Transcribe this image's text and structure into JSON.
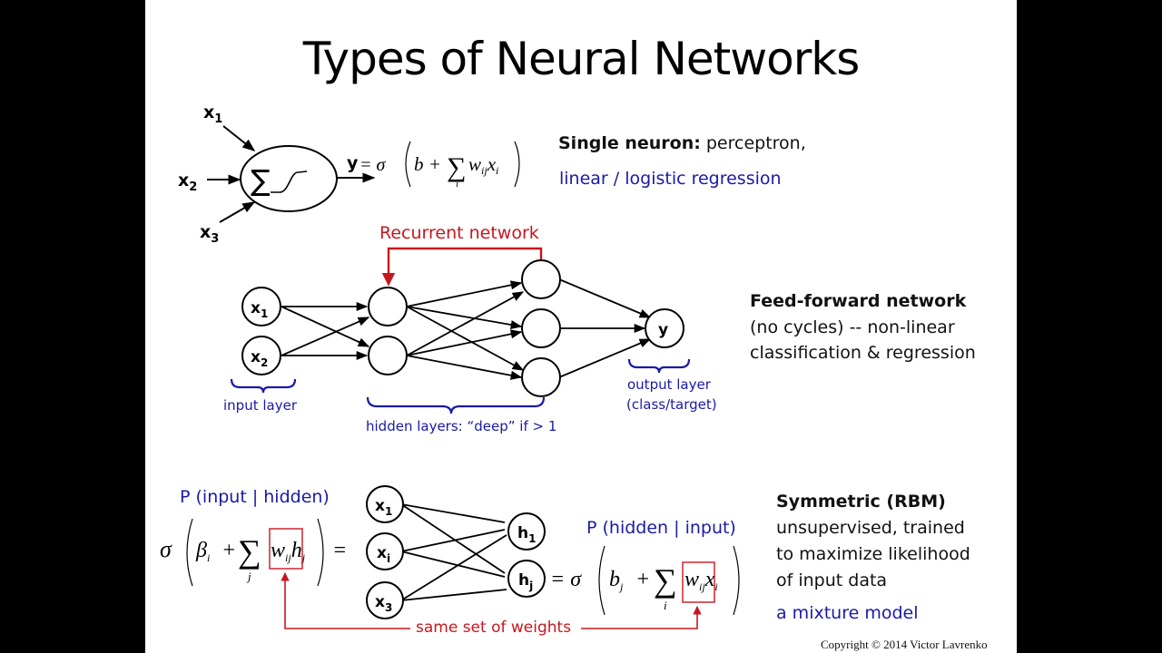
{
  "title": "Types of Neural Networks",
  "colors": {
    "accent_blue": "#1a1aa8",
    "accent_red": "#c8161e",
    "background": "#ffffff"
  },
  "single_neuron": {
    "inputs": [
      "x",
      "x",
      "x"
    ],
    "input_subscripts": [
      "1",
      "2",
      "3"
    ],
    "sum_symbol": "∑",
    "output": "y",
    "formula": {
      "eq": "= σ",
      "b": "b +",
      "sum": "∑",
      "index": "i",
      "term_w": "w",
      "term_w_sub": "ij",
      "term_x": "x",
      "term_x_sub": "i"
    },
    "heading": "Single neuron:",
    "heading_rest": " perceptron,",
    "subtitle": "linear / logistic regression"
  },
  "feed_forward": {
    "recurrent_label": "Recurrent network",
    "input_nodes": [
      {
        "label": "x",
        "sub": "1"
      },
      {
        "label": "x",
        "sub": "2"
      }
    ],
    "hidden_layer_1_count": 2,
    "hidden_layer_2_count": 3,
    "output_node": "y",
    "input_layer_label": "input layer",
    "hidden_layers_label": "hidden layers: “deep” if > 1",
    "output_layer_label_1": "output layer",
    "output_layer_label_2": "(class/target)",
    "heading": "Feed-forward network",
    "desc_1": "(no cycles) --  non-linear",
    "desc_2": "classification & regression"
  },
  "rbm": {
    "left_label": "P (input | hidden)",
    "right_label": "P (hidden | input)",
    "left_formula": {
      "sigma": "σ",
      "beta": "β",
      "beta_sub": "i",
      "plus": "+",
      "sum": "∑",
      "index": "j",
      "w": "w",
      "w_sub": "ij",
      "h": "h",
      "h_sub": "j",
      "eq": "="
    },
    "right_formula": {
      "eq": "= σ",
      "b": "b",
      "b_sub": "j",
      "plus": "+",
      "sum": "∑",
      "index": "i",
      "w": "w",
      "w_sub": "ij",
      "x": "x",
      "x_sub": "i"
    },
    "visible_nodes": [
      {
        "label": "x",
        "sub": "1"
      },
      {
        "label": "x",
        "sub": "i"
      },
      {
        "label": "x",
        "sub": "3"
      }
    ],
    "hidden_nodes": [
      {
        "label": "h",
        "sub": "1"
      },
      {
        "label": "h",
        "sub": "j"
      }
    ],
    "weights_label": "same set of weights",
    "heading": "Symmetric (RBM)",
    "desc_1": "unsupervised, trained",
    "desc_2": "to maximize likelihood",
    "desc_3": "of input data",
    "subtitle": "a mixture model"
  },
  "copyright": "Copyright © 2014 Victor Lavrenko"
}
